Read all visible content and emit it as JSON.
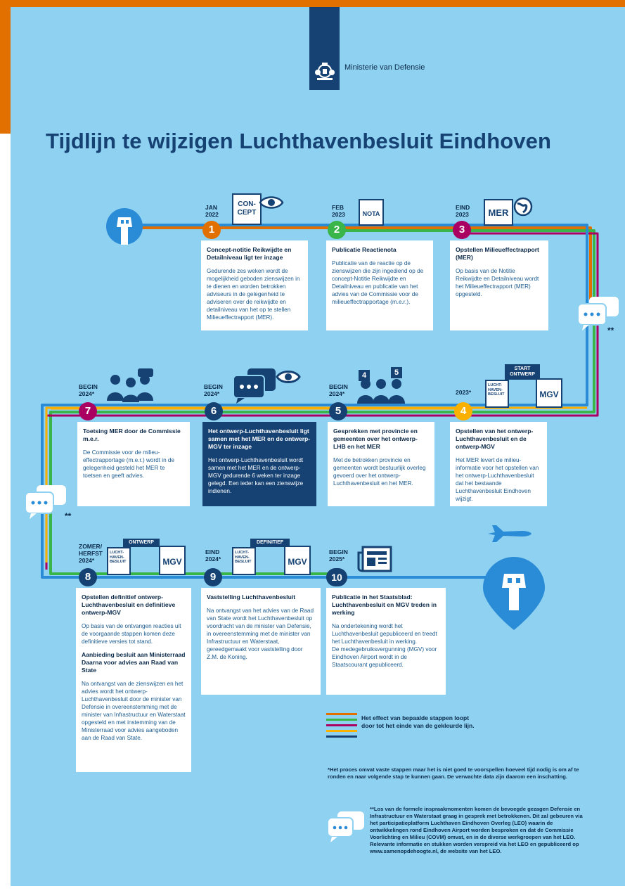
{
  "header": {
    "ministry": "Ministerie van Defensie",
    "title": "Tijdlijn te wijzigen Luchthavenbesluit Eindhoven"
  },
  "steps": [
    {
      "number": "1",
      "date": "JAN\n2022",
      "color": "#e17000",
      "title": "Concept-notitie Reikwijdte en Detailniveau ligt ter inzage",
      "body": "Gedurende zes weken wordt de mogelijkheid geboden zienswijzen in te dienen en worden betrokken adviseurs in de gelegenheid te adviseren over de reikwijdte en detailniveau van het op te stellen Milieueffectrapport (MER)."
    },
    {
      "number": "2",
      "date": "FEB\n2023",
      "color": "#39b54a",
      "title": "Publicatie Reactienota",
      "body": "Publicatie van de reactie op de zienswijzen die zijn ingediend op de concept-Notitie Reikwijdte en Detailniveau en publicatie van het advies van de Commissie voor de milieueffectrapportage (m.e.r.)."
    },
    {
      "number": "3",
      "date": "EIND\n2023",
      "color": "#a90061",
      "title": "Opstellen Milieueffectrapport (MER)",
      "body": "Op basis van de Notitie Reikwijdte en Detailniveau wordt het Milieueffectrapport (MER) opgesteld."
    },
    {
      "number": "4",
      "date": "2023*",
      "color": "#f9b000",
      "title": "Opstellen van het ontwerp-Luchthavenbesluit en de ontwerp-MGV",
      "body": "Het MER levert de milieu-informatie voor het opstellen van het ontwerp-Luchthavenbesluit dat het bestaande Luchthavenbesluit Eindhoven wijzigt."
    },
    {
      "number": "5",
      "date": "BEGIN\n2024*",
      "color": "#154273",
      "title": "Gesprekken met provincie en gemeenten over het ontwerp-LHB en het MER",
      "body": "Met de betrokken provincie en gemeenten wordt bestuurlijk overleg gevoerd over het ontwerp-Luchthavenbesluit en het MER."
    },
    {
      "number": "6",
      "date": "BEGIN\n2024*",
      "color": "#154273",
      "title": "Het ontwerp-Luchthavenbesluit ligt samen met het MER en de ontwerp-MGV ter inzage",
      "body": "Het ontwerp-Luchthavenbesluit wordt samen met het MER en de ontwerp-MGV gedurende 6 weken ter inzage gelegd. Een ieder kan een zienswijze indienen."
    },
    {
      "number": "7",
      "date": "BEGIN\n2024*",
      "color": "#a90061",
      "title": "Toetsing MER door de Commissie m.e.r.",
      "body": "De Commissie voor de milieu-effectrapportage (m.e.r.) wordt in de gelegenheid gesteld het MER te toetsen en geeft advies."
    },
    {
      "number": "8",
      "date": "ZOMER/\nHERFST\n2024*",
      "color": "#154273",
      "title": "Opstellen definitief ontwerp-Luchthavenbesluit en definitieve ontwerp-MGV",
      "body": "Op basis van de ontvangen reacties uit de voorgaande stappen komen deze definitieve versies tot stand.",
      "subtitle": "Aanbieding besluit aan Ministerraad\nDaarna voor advies aan Raad van State",
      "body2": "Na ontvangst van de zienswijzen en het advies wordt het ontwerp-Luchthavenbesluit door de minister van Defensie in overeenstemming met de minister van Infrastructuur en Waterstaat opgesteld en met instemming van de Ministerraad voor advies aangeboden aan de Raad van State."
    },
    {
      "number": "9",
      "date": "EIND\n2024*",
      "color": "#154273",
      "title": "Vaststelling Luchthavenbesluit",
      "body": "Na ontvangst van het advies van de Raad van State wordt het Luchthavenbesluit op voordracht van de minister van Defensie, in overeenstemming met de minister van Infrastructuur en Waterstaat, gereedgemaakt voor vaststelling door Z.M. de Koning."
    },
    {
      "number": "10",
      "date": "BEGIN\n2025*",
      "color": "#154273",
      "title": "Publicatie in het Staatsblad: Luchthavenbesluit en MGV treden in werking",
      "body": "Na ondertekening wordt het Luchthavenbesluit gepubliceerd en treedt het Luchthavenbesluit in werking.\nDe medegebruiksvergunning (MGV) voor Eindhoven Airport wordt in de Staatscourant gepubliceerd."
    }
  ],
  "icons": {
    "concept": "CON-\nCEPT",
    "nota": "NOTA",
    "mer": "MER",
    "mgv": "MGV",
    "lhb": "LUCHT-\nHAVEN-\nBESLUIT",
    "start_ontwerp": "START\nONTWERP",
    "ontwerp": "ONTWERP",
    "definitief": "DEFINITIEF",
    "badge4": "4",
    "badge5": "5",
    "double_star": "**"
  },
  "colors": {
    "orange": "#e17000",
    "green": "#39b54a",
    "purple": "#a90061",
    "yellow": "#f9b000",
    "navy": "#154273",
    "sky": "#8fd1f1",
    "mid_blue": "#2a8bd6"
  },
  "legend": {
    "text": "Het effect van bepaalde stappen loopt\ndoor tot het einde van de gekleurde lijn."
  },
  "footnotes": {
    "single": "*Het proces omvat vaste stappen maar het is niet goed te voorspellen hoeveel tijd nodig is om af te ronden en naar volgende stap te kunnen gaan. De verwachte data zijn daarom een inschatting.",
    "double": "**Los van de formele inspraakmomenten komen de bevoegde gezagen Defensie en Infrastructuur en Waterstaat graag in gesprek met betrokkenen. Dit zal gebeuren via het participatieplatform Luchthaven Eindhoven Overleg (LEO) waarin de ontwikkelingen rond Eindhoven Airport worden besproken en dat de Commissie Voorlichting en Milieu (COVM) omvat, en in de diverse werkgroepen van het LEO. Relevante informatie en stukken worden verspreid via het LEO en gepubliceerd op www.samenopdehoogte.nl, de website van het LEO."
  }
}
